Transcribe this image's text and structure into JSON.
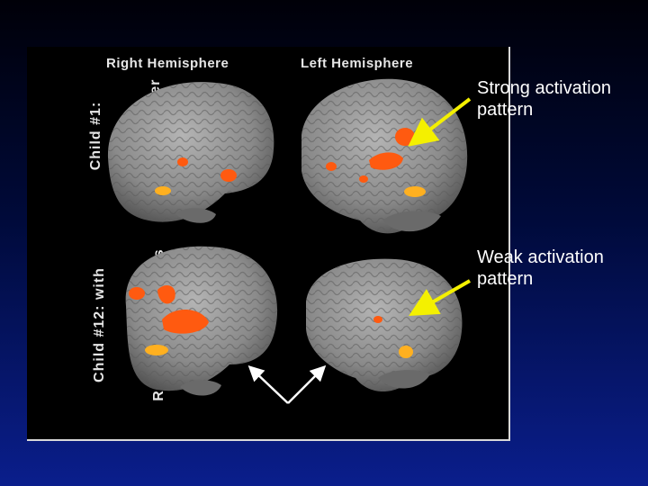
{
  "figure": {
    "columns": [
      "Right Hemisphere",
      "Left Hemisphere"
    ],
    "rows": [
      {
        "line1": "Child #1:",
        "line2": "Normal Reader"
      },
      {
        "line1": "Child #12: with",
        "line2": "Reading Difficulties"
      }
    ]
  },
  "callouts": [
    {
      "line1": "Strong activation",
      "line2": "pattern"
    },
    {
      "line1": "Weak activation",
      "line2": "pattern"
    }
  ],
  "colors": {
    "background_top": "#000008",
    "background_bottom": "#0a1e8c",
    "brain": "#8c8c8c",
    "activation_orange": "#ff5a10",
    "activation_yellow": "#ffb020",
    "arrow_yellow": "#f4f000"
  }
}
